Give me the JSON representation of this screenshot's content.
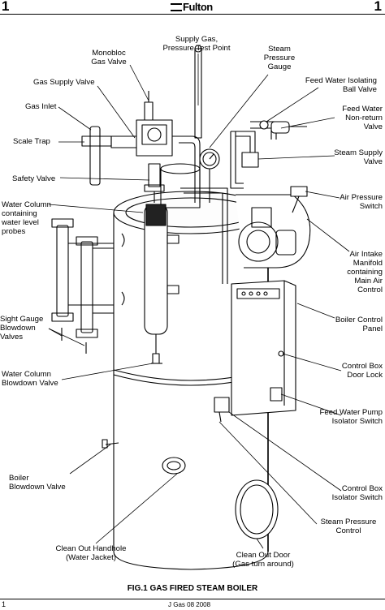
{
  "header": {
    "page_number_left": "1",
    "page_number_right": "1",
    "logo_text": "Fulton"
  },
  "labels": {
    "supply_gas": "Supply Gas,\nPressure Test Point",
    "monobloc": "Monobloc\nGas Valve",
    "gas_supply_valve": "Gas Supply Valve",
    "gas_inlet": "Gas Inlet",
    "scale_trap": "Scale Trap",
    "safety_valve": "Safety Valve",
    "water_column": "Water Column\ncontaining\nwater level\nprobes",
    "sight_gauge": "Sight Gauge\nBlowdown\nValves",
    "water_column_blowdown": "Water Column\nBlowdown Valve",
    "boiler_blowdown": "Boiler\nBlowdown Valve",
    "clean_out_handhole": "Clean Out Handhole\n(Water Jacket)",
    "clean_out_door": "Clean Out Door\n(Gas turn around)",
    "steam_pressure_gauge": "Steam\nPressure\nGauge",
    "feed_water_isolating": "Feed Water Isolating\nBall Valve",
    "feed_water_nonreturn": "Feed Water\nNon-return\nValve",
    "steam_supply_valve": "Steam Supply\nValve",
    "air_pressure_switch": "Air Pressure\nSwitch",
    "air_intake": "Air Intake\nManifold\ncontaining\nMain Air\nControl",
    "boiler_control_panel": "Boiler Control\nPanel",
    "control_box_door_lock": "Control Box\nDoor Lock",
    "feed_water_pump_isolator": "Feed Water Pump\nIsolator Switch",
    "control_box_isolator": "Control Box\nIsolator Switch",
    "steam_pressure_control": "Steam Pressure\nControl"
  },
  "caption": "FIG.1  GAS FIRED STEAM BOILER",
  "footer": {
    "page_number": "1",
    "reference": "J Gas 08 2008"
  }
}
